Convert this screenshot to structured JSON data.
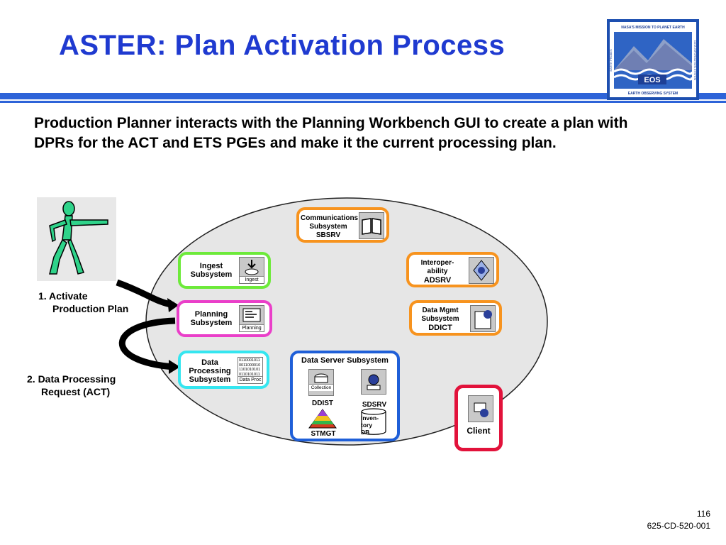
{
  "title": "ASTER:  Plan Activation Process",
  "lead": "Production Planner interacts with the Planning Workbench GUI to create a plan with DPRs for the ACT and ETS PGEs and make it the current processing plan.",
  "logo": {
    "top_text": "NASA'S MISSION TO PLANET EARTH",
    "left_text": "EARTH PROBES",
    "right_text": "DATA INFORMATION SYSTEM",
    "badge": "EOS",
    "bottom_text": "EARTH OBSERVING SYSTEM"
  },
  "steps": {
    "step1_line1": "1. Activate",
    "step1_line2": "Production Plan",
    "step2_line1": "2. Data Processing",
    "step2_line2": "Request (ACT)"
  },
  "subsystems": {
    "comms": {
      "line1": "Communications",
      "line2": "Subsystem",
      "line3": "SBSRV"
    },
    "ingest": {
      "line1": "Ingest",
      "line2": "Subsystem",
      "caption": "Ingest"
    },
    "planning": {
      "line1": "Planning",
      "line2": "Subsystem",
      "caption": "Planning"
    },
    "dataproc": {
      "line1": "Data",
      "line2": "Processing",
      "line3": "Subsystem",
      "caption": "Data Proc",
      "binary": "0110001011 0011000010 1101010101 0110101011"
    },
    "interop": {
      "line1": "Interoper-",
      "line2": "ability",
      "line3": "ADSRV"
    },
    "datamgmt": {
      "line1": "Data Mgmt",
      "line2": "Subsystem",
      "line3": "DDICT"
    },
    "dataserver": {
      "title": "Data Server Subsystem",
      "collection": "Collection",
      "ddist": "DDIST",
      "sdsrv": "SDSRV",
      "inventory": "Inven- tory DB",
      "stmgt": "STMGT"
    },
    "client": {
      "label": "Client"
    }
  },
  "colors": {
    "orange": "#f7931e",
    "green": "#6dea3a",
    "magenta": "#ea3fc9",
    "cyan": "#35e6f0",
    "blue": "#1f5fd8",
    "red": "#e2123b",
    "ellipse": "#e6e6e6",
    "figure": "#2fd38a"
  },
  "footer": {
    "page": "116",
    "doc": "625-CD-520-001"
  }
}
